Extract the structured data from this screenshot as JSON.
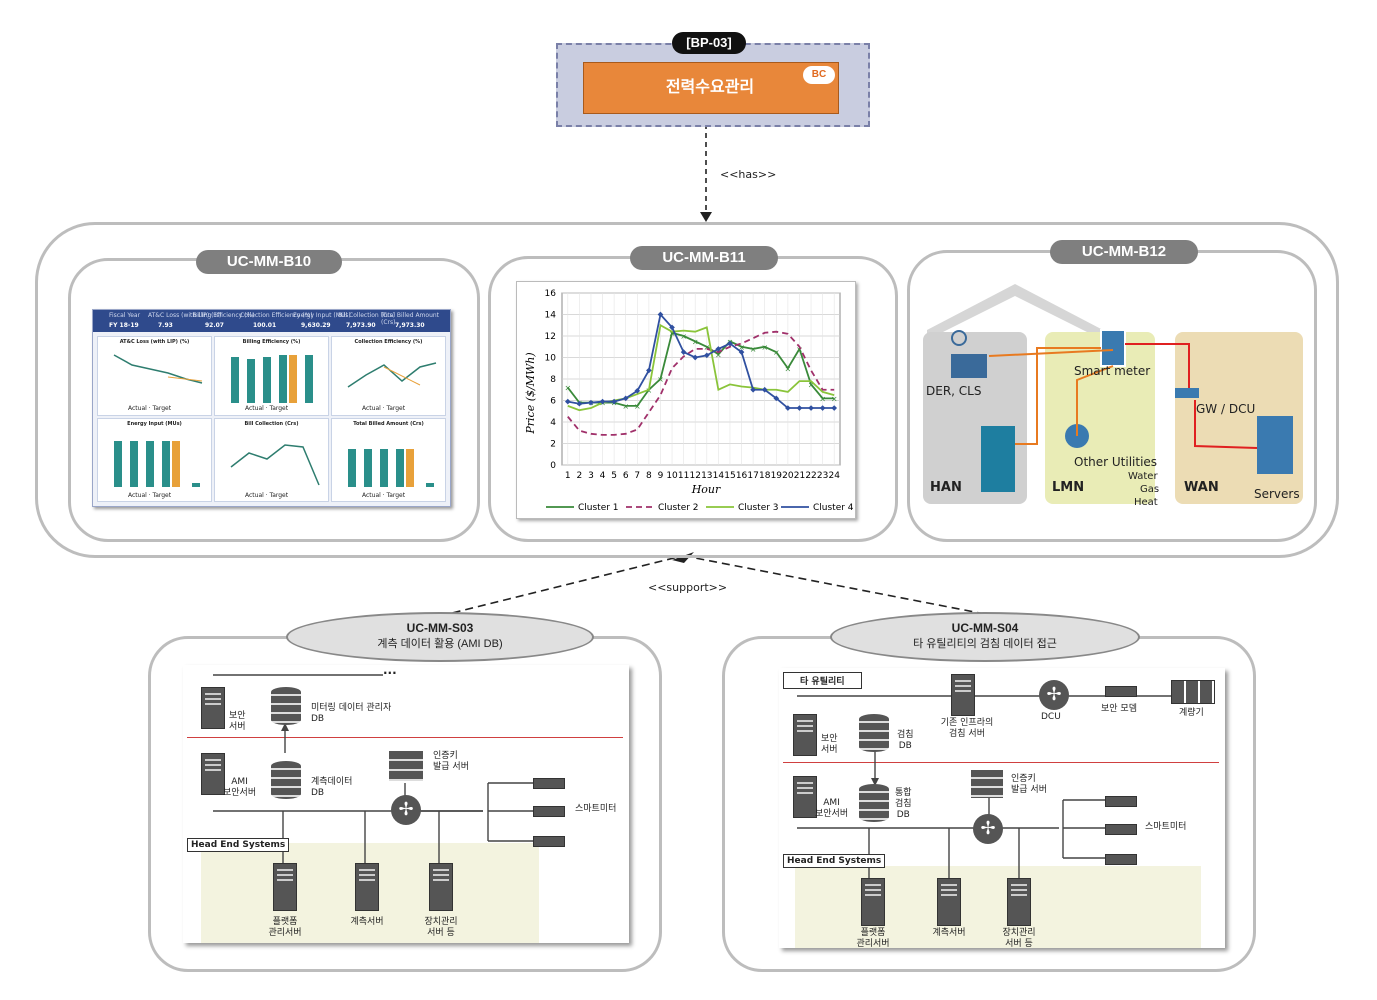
{
  "top": {
    "tag": "[BP-03]",
    "title": "전력수요관리",
    "badge": "BC",
    "relation": "<<has>>"
  },
  "b10": {
    "label": "UC-MM-B10",
    "header": {
      "fy_label": "Fiscal Year",
      "fy": "FY 18-19",
      "cols": [
        {
          "h": "AT&C Loss (with LIP) (%)",
          "v": "7.93"
        },
        {
          "h": "Billing Efficiency (%)",
          "v": "92.07"
        },
        {
          "h": "Collection Efficiency (%)",
          "v": "100.01"
        },
        {
          "h": "Energy Input (MUs)",
          "v": "9,630.29"
        },
        {
          "h": "Bill Collection (Crs)",
          "v": "7,973.90"
        },
        {
          "h": "Total Billed Amount (Crs)",
          "v": "7,973.30"
        }
      ]
    },
    "cards": [
      {
        "title": "AT&C Loss (with LIP) (%)",
        "legend": [
          "Actual",
          "Target"
        ]
      },
      {
        "title": "Billing Efficiency (%)",
        "legend": [
          "Actual",
          "Target"
        ]
      },
      {
        "title": "Collection Efficiency (%)",
        "legend": [
          "Actual",
          "Target"
        ]
      },
      {
        "title": "Energy Input (MUs)",
        "legend": [
          "Actual",
          "Target"
        ]
      },
      {
        "title": "Bill Collection (Crs)",
        "legend": [
          "Actual",
          "Target"
        ]
      },
      {
        "title": "Total Billed Amount (Crs)",
        "legend": [
          "Actual",
          "Target"
        ]
      }
    ]
  },
  "b11": {
    "label": "UC-MM-B11",
    "chart_data": {
      "type": "line",
      "title": "",
      "xlabel": "Hour",
      "ylabel": "Price ($/MWh)",
      "ylim": [
        0,
        16
      ],
      "yticks": [
        0,
        2,
        4,
        6,
        8,
        10,
        12,
        14,
        16
      ],
      "x": [
        1,
        2,
        3,
        4,
        5,
        6,
        7,
        8,
        9,
        10,
        11,
        12,
        13,
        14,
        15,
        16,
        17,
        18,
        19,
        20,
        21,
        22,
        23,
        24
      ],
      "series": [
        {
          "name": "Cluster 1",
          "color": "#3a8a3a",
          "dash": "",
          "values": [
            7.2,
            5.8,
            5.8,
            5.8,
            5.8,
            5.5,
            5.5,
            7.0,
            8.0,
            12.3,
            12.0,
            11.5,
            11.0,
            10.3,
            11.5,
            11.0,
            10.8,
            11.0,
            10.5,
            9.0,
            10.8,
            7.5,
            6.2,
            6.2
          ]
        },
        {
          "name": "Cluster 2",
          "color": "#a0306a",
          "dash": "6,4",
          "values": [
            4.5,
            3.2,
            2.9,
            2.8,
            2.8,
            2.9,
            3.3,
            4.9,
            6.5,
            9.0,
            10.1,
            10.8,
            10.8,
            10.5,
            11.0,
            11.3,
            11.8,
            12.3,
            12.4,
            12.2,
            11.0,
            8.8,
            7.0,
            7.0
          ]
        },
        {
          "name": "Cluster 3",
          "color": "#8ac43a",
          "dash": "",
          "values": [
            5.5,
            5.1,
            5.3,
            5.8,
            6.0,
            6.2,
            6.6,
            7.0,
            13.0,
            12.4,
            12.5,
            12.4,
            12.8,
            7.0,
            7.5,
            7.3,
            7.2,
            7.0,
            7.0,
            6.8,
            7.8,
            7.8,
            6.8,
            6.5
          ]
        },
        {
          "name": "Cluster 4",
          "color": "#3050a0",
          "dash": "",
          "values": [
            5.9,
            5.7,
            5.8,
            5.9,
            5.9,
            6.2,
            6.9,
            8.8,
            14.0,
            12.8,
            10.5,
            10.0,
            10.2,
            10.8,
            11.3,
            10.5,
            7.0,
            7.0,
            6.2,
            5.3,
            5.3,
            5.3,
            5.3,
            5.3
          ]
        }
      ]
    }
  },
  "b12": {
    "label": "UC-MM-B12",
    "der": "DER, CLS",
    "smart_meter": "Smart meter",
    "gw": "GW / DCU",
    "other": "Other Utilities",
    "utils": [
      "Water",
      "Gas",
      "Heat"
    ],
    "han": "HAN",
    "lmn": "LMN",
    "wan": "WAN",
    "servers": "Servers"
  },
  "support": "<<support>>",
  "s03": {
    "id": "UC-MM-S03",
    "desc": "계측 데이터 활용 (AMI DB)",
    "dots": "...",
    "sec_server": "보안\n서버",
    "meter_db": "미터링 데이터 관리자\nDB",
    "ami": "AMI\n보안서버",
    "meas_db": "계측데이터\nDB",
    "cert": "인증키\n발급 서버",
    "smartmeter": "스마트미터",
    "hes": "Head End Systems",
    "bottom": [
      "플랫폼\n관리서버",
      "계측서버",
      "장치관리\n서버 등"
    ]
  },
  "s04": {
    "id": "UC-MM-S04",
    "desc": "타 유틸리티의 검침 데이터 접근",
    "other_util": "타 유틸리티",
    "sec_server": "보안\n서버",
    "check_db": "검침\nDB",
    "infra": "기존 인프라의\n검침 서버",
    "dcu": "DCU",
    "modem": "보안 모뎀",
    "meter": "계량기",
    "ami": "AMI\n보안서버",
    "int_db": "통합\n검침\nDB",
    "cert": "인증키\n발급 서버",
    "smartmeter": "스마트미터",
    "hes": "Head End Systems",
    "bottom": [
      "플랫폼\n관리서버",
      "계측서버",
      "장치관리\n서버 등"
    ]
  }
}
